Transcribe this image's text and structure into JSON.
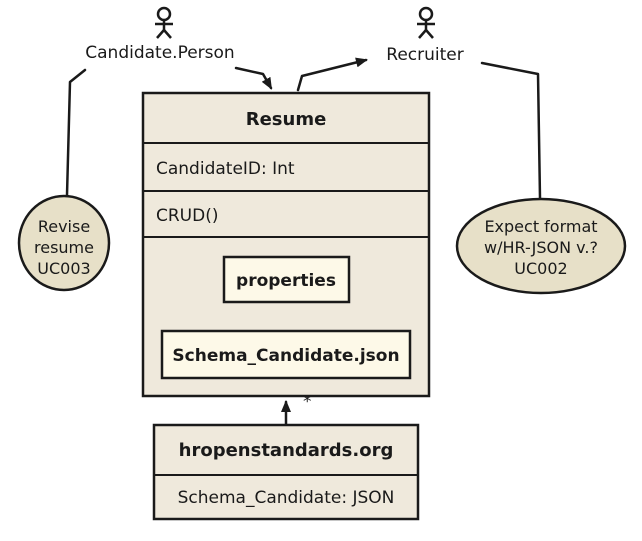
{
  "actors": {
    "candidate": {
      "label": "Candidate.Person",
      "icon": "stick-figure-icon"
    },
    "recruiter": {
      "label": "Recruiter",
      "icon": "stick-figure-icon"
    }
  },
  "resume": {
    "title": "Resume",
    "attribute": "CandidateID: Int",
    "operation": "CRUD()",
    "properties_label": "properties",
    "schema_label": "Schema_Candidate.json"
  },
  "hropen": {
    "title": "hropenstandards.org",
    "attribute": "Schema_Candidate: JSON"
  },
  "multiplicity": "*",
  "use_cases": {
    "uc003": {
      "line1": "Revise",
      "line2": "resume",
      "line3": "UC003"
    },
    "uc002": {
      "line1": "Expect format",
      "line2": "w/HR-JSON v.?",
      "line3": "UC002"
    }
  },
  "colors": {
    "box_fill": "#efe9dc",
    "inner_fill": "#fdf9e8",
    "ellipse_fill": "#e7e0c8",
    "stroke": "#1a1a1a"
  }
}
